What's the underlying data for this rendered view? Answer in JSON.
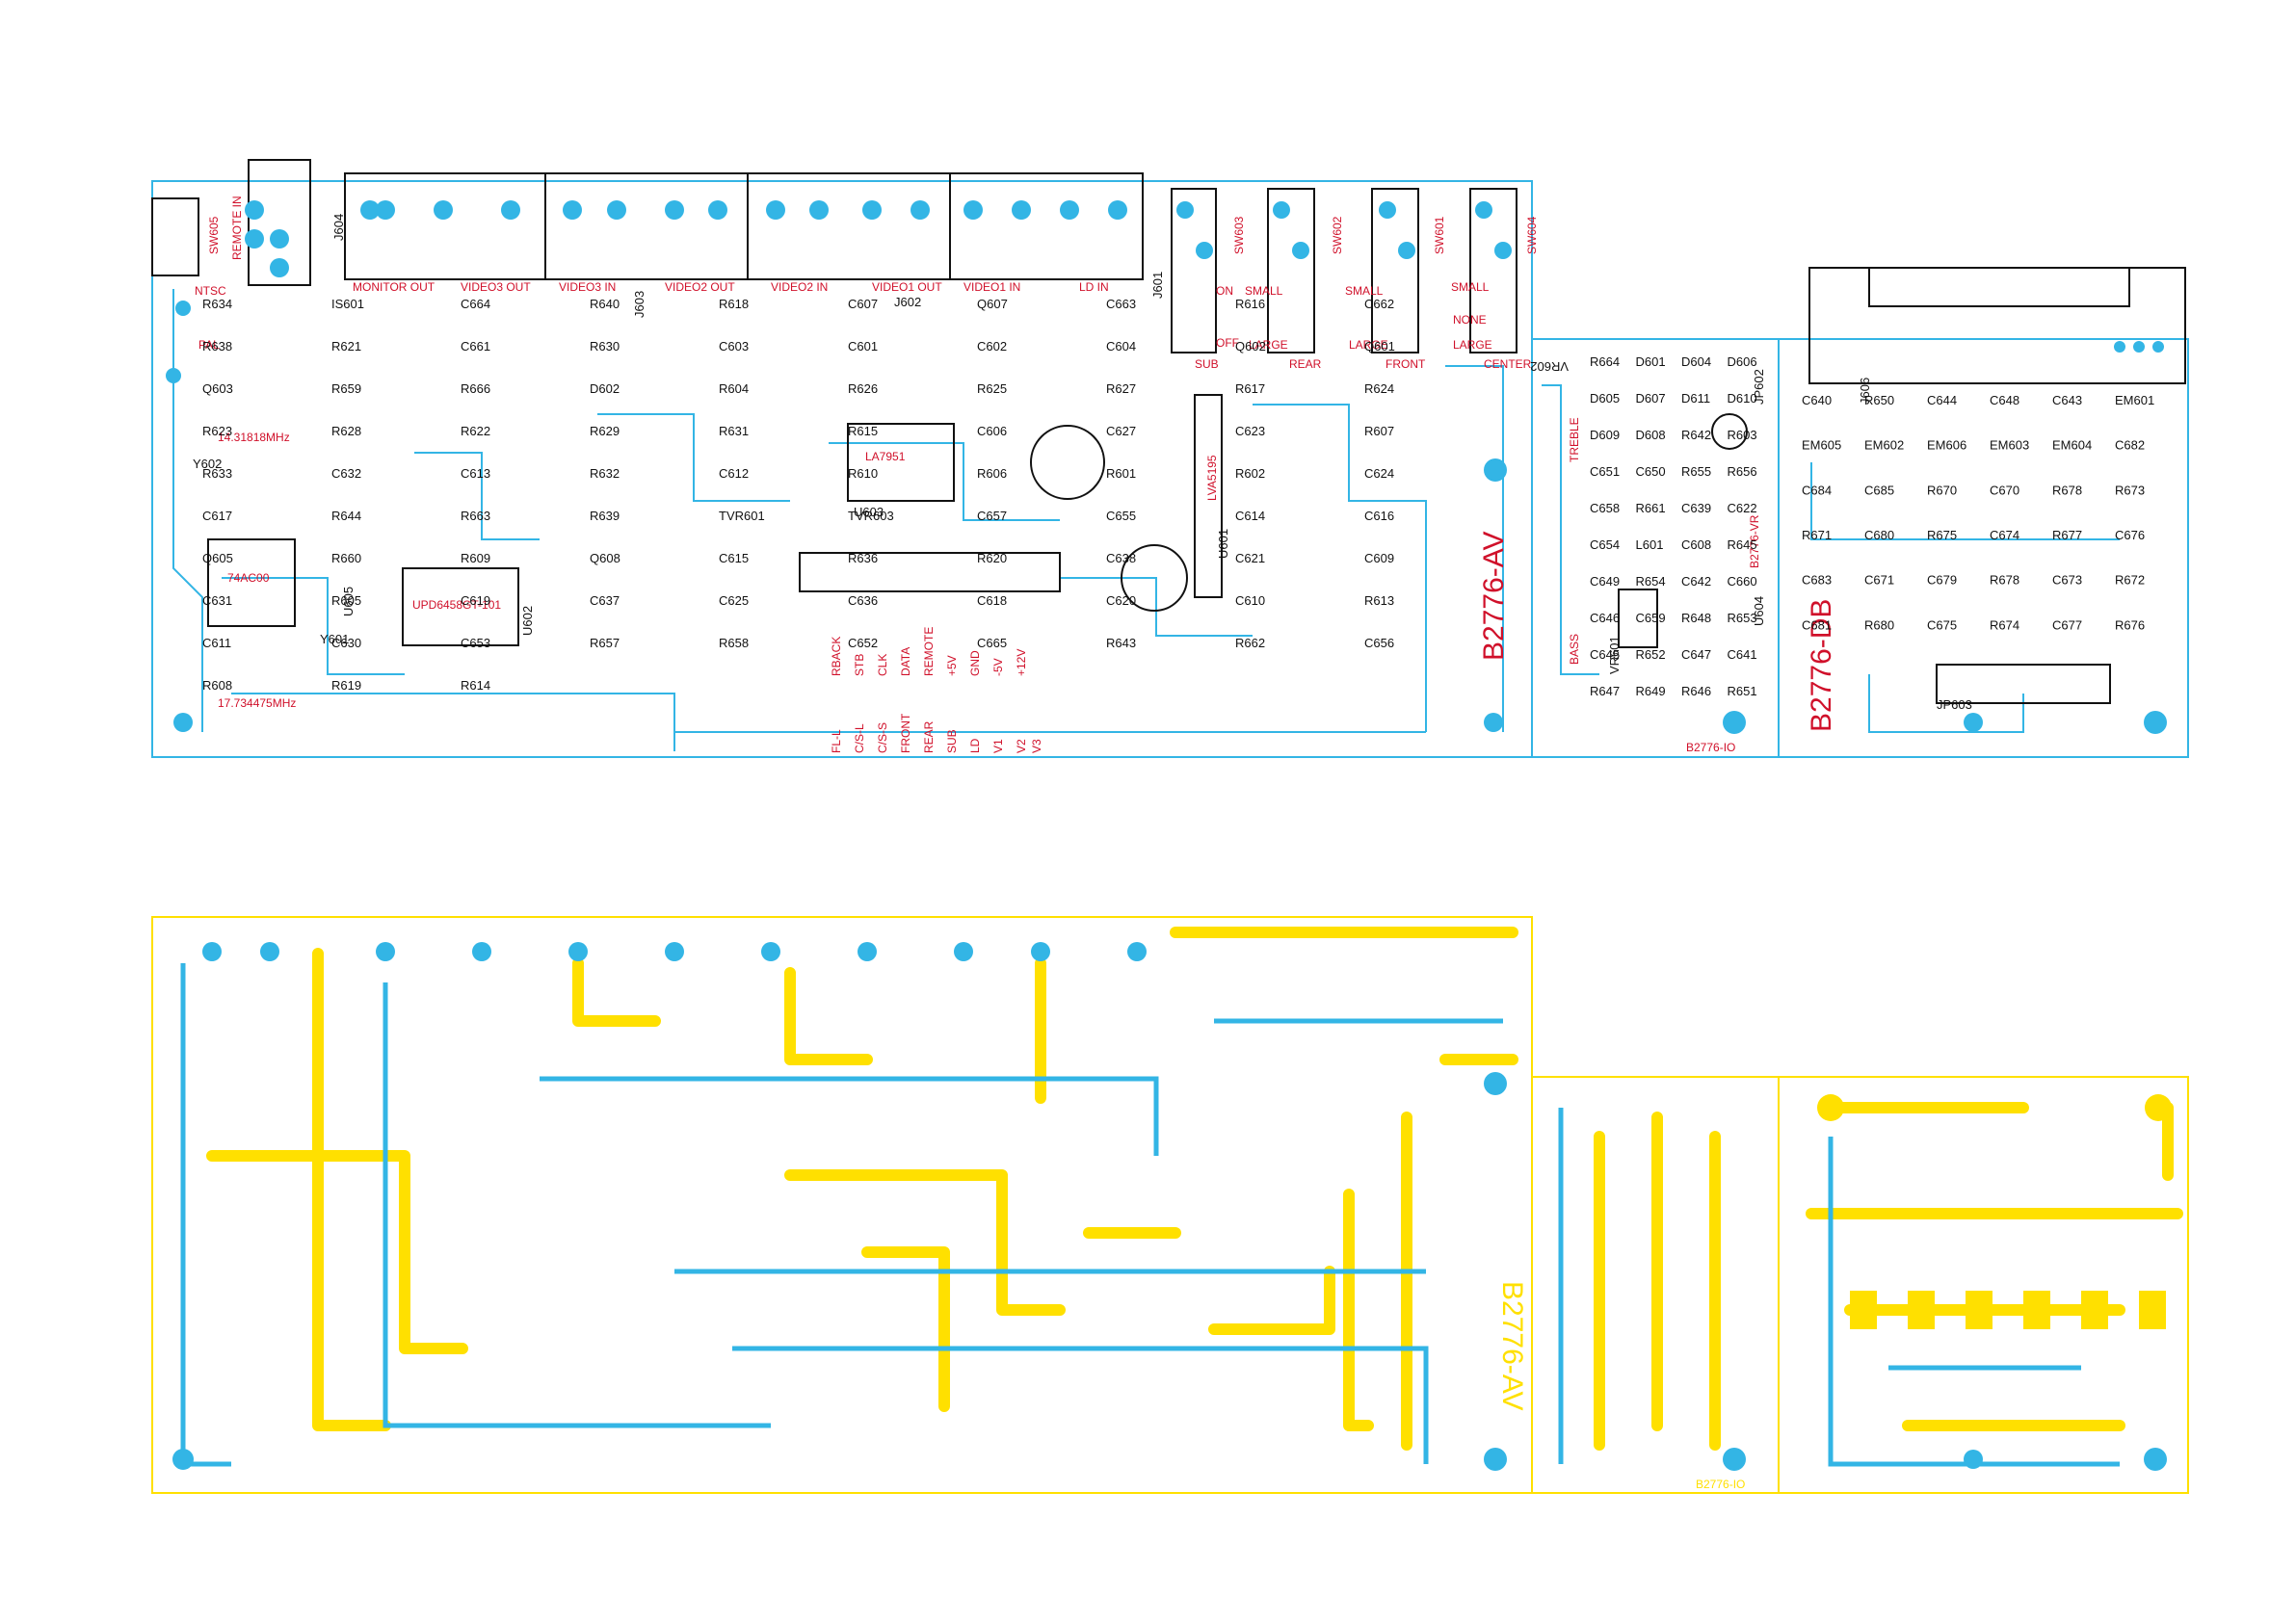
{
  "colors": {
    "copper_bottom": "#33b5e5",
    "copper_top": "#ffe000",
    "silk_black": "#111111",
    "silk_red": "#d0102a"
  },
  "top_view": {
    "boards": {
      "av": {
        "name": "B2776-AV"
      },
      "vr": {
        "name": "B2776-VR",
        "io_name": "B2776-IO"
      },
      "db": {
        "name": "B2776-DB"
      }
    },
    "switch_labels": [
      {
        "ref": "SW605",
        "text": "REMOTE IN"
      },
      {
        "ref": "SW603",
        "on": "ON",
        "off": "OFF",
        "sub": "SUB"
      },
      {
        "ref": "SW602",
        "small": "SMALL",
        "large": "LARGE",
        "rear": "REAR"
      },
      {
        "ref": "SW601",
        "small": "SMALL",
        "large": "LARGE",
        "front": "FRONT"
      },
      {
        "ref": "SW604",
        "small": "SMALL",
        "none": "NONE",
        "large": "LARGE",
        "center": "CENTER"
      }
    ],
    "jack_labels": [
      "MONITOR OUT",
      "VIDEO3 OUT",
      "VIDEO3 IN",
      "VIDEO2 OUT",
      "VIDEO2 IN",
      "VIDEO1 OUT",
      "VIDEO1 IN",
      "LD IN"
    ],
    "connector_refs": [
      "J604",
      "J603",
      "J602",
      "J601",
      "J606"
    ],
    "crystals": [
      {
        "ref": "Y602",
        "freq": "14.31818MHz"
      },
      {
        "ref": "Y601",
        "freq": "17.734475MHz"
      }
    ],
    "ics": [
      {
        "ref": "U605",
        "part": "74AC00"
      },
      {
        "ref": "U602",
        "part": "UPD6458GT-101"
      },
      {
        "ref": "U603",
        "part": "LA7951"
      },
      {
        "ref": "U601",
        "part": "LVA5195"
      },
      {
        "ref": "U604",
        "part": ""
      }
    ],
    "mode_labels": [
      "NTSC",
      "PAL"
    ],
    "jp601_pins_top": [
      "RBACK",
      "STB",
      "CLK",
      "DATA",
      "REMOTE",
      "+5V",
      "GND",
      "-5V",
      "+12V"
    ],
    "jp601_pins_bottom": [
      "FL-L",
      "C/S-L",
      "C/S-S",
      "FRONT",
      "REAR",
      "SUB",
      "LD",
      "V1",
      "V2",
      "V3"
    ],
    "vr_labels": {
      "treble": "TREBLE",
      "bass": "BASS",
      "vr602": "VR602",
      "vr601": "VR601",
      "jp602": "JP602",
      "jp603": "JP603"
    },
    "components": [
      "R634",
      "IS601",
      "C664",
      "R640",
      "R618",
      "C607",
      "Q607",
      "C663",
      "R616",
      "C662",
      "R638",
      "R621",
      "C661",
      "R630",
      "C603",
      "C601",
      "C602",
      "C604",
      "Q602",
      "Q601",
      "Q603",
      "R659",
      "R666",
      "D602",
      "R604",
      "R626",
      "R625",
      "R627",
      "R617",
      "R624",
      "R623",
      "R628",
      "R622",
      "R629",
      "R631",
      "R615",
      "C606",
      "C627",
      "C623",
      "R607",
      "R633",
      "C632",
      "C613",
      "R632",
      "C612",
      "R610",
      "R606",
      "R601",
      "R602",
      "C624",
      "C617",
      "R644",
      "R663",
      "R639",
      "TVR601",
      "TVR603",
      "C657",
      "C655",
      "C614",
      "C616",
      "Q605",
      "R660",
      "R609",
      "Q608",
      "C615",
      "R636",
      "R620",
      "C638",
      "C621",
      "C609",
      "C631",
      "R605",
      "C619",
      "C637",
      "C625",
      "C636",
      "C618",
      "C620",
      "C610",
      "R613",
      "C611",
      "C630",
      "C653",
      "R657",
      "R658",
      "C652",
      "C665",
      "R643",
      "R662",
      "C656",
      "R608",
      "R619",
      "R614",
      "R664",
      "D601",
      "D604",
      "D606",
      "D605",
      "D607",
      "D611",
      "D610",
      "D609",
      "D608",
      "R642",
      "R603",
      "C651",
      "C650",
      "R655",
      "R656",
      "C658",
      "R661",
      "C639",
      "C622",
      "C654",
      "L601",
      "C608",
      "R645",
      "C649",
      "R654",
      "C642",
      "C660",
      "C646",
      "C659",
      "R648",
      "R653",
      "C645",
      "R652",
      "C647",
      "C641",
      "R647",
      "R649",
      "R646",
      "R651",
      "C640",
      "R650",
      "C644",
      "C648",
      "C643",
      "EM601",
      "EM605",
      "EM602",
      "EM606",
      "EM603",
      "EM604",
      "C682",
      "C684",
      "C685",
      "R670",
      "C670",
      "R678",
      "R673",
      "R671",
      "C680",
      "R675",
      "C674",
      "R677",
      "C676",
      "C683",
      "C671",
      "C679",
      "R678",
      "C673",
      "R672",
      "C681",
      "R680",
      "C675",
      "R674",
      "C677",
      "R676"
    ]
  },
  "bottom_view": {
    "boards": {
      "av": {
        "name": "B2776-AV"
      },
      "io": {
        "name": "B2776-IO"
      }
    }
  }
}
